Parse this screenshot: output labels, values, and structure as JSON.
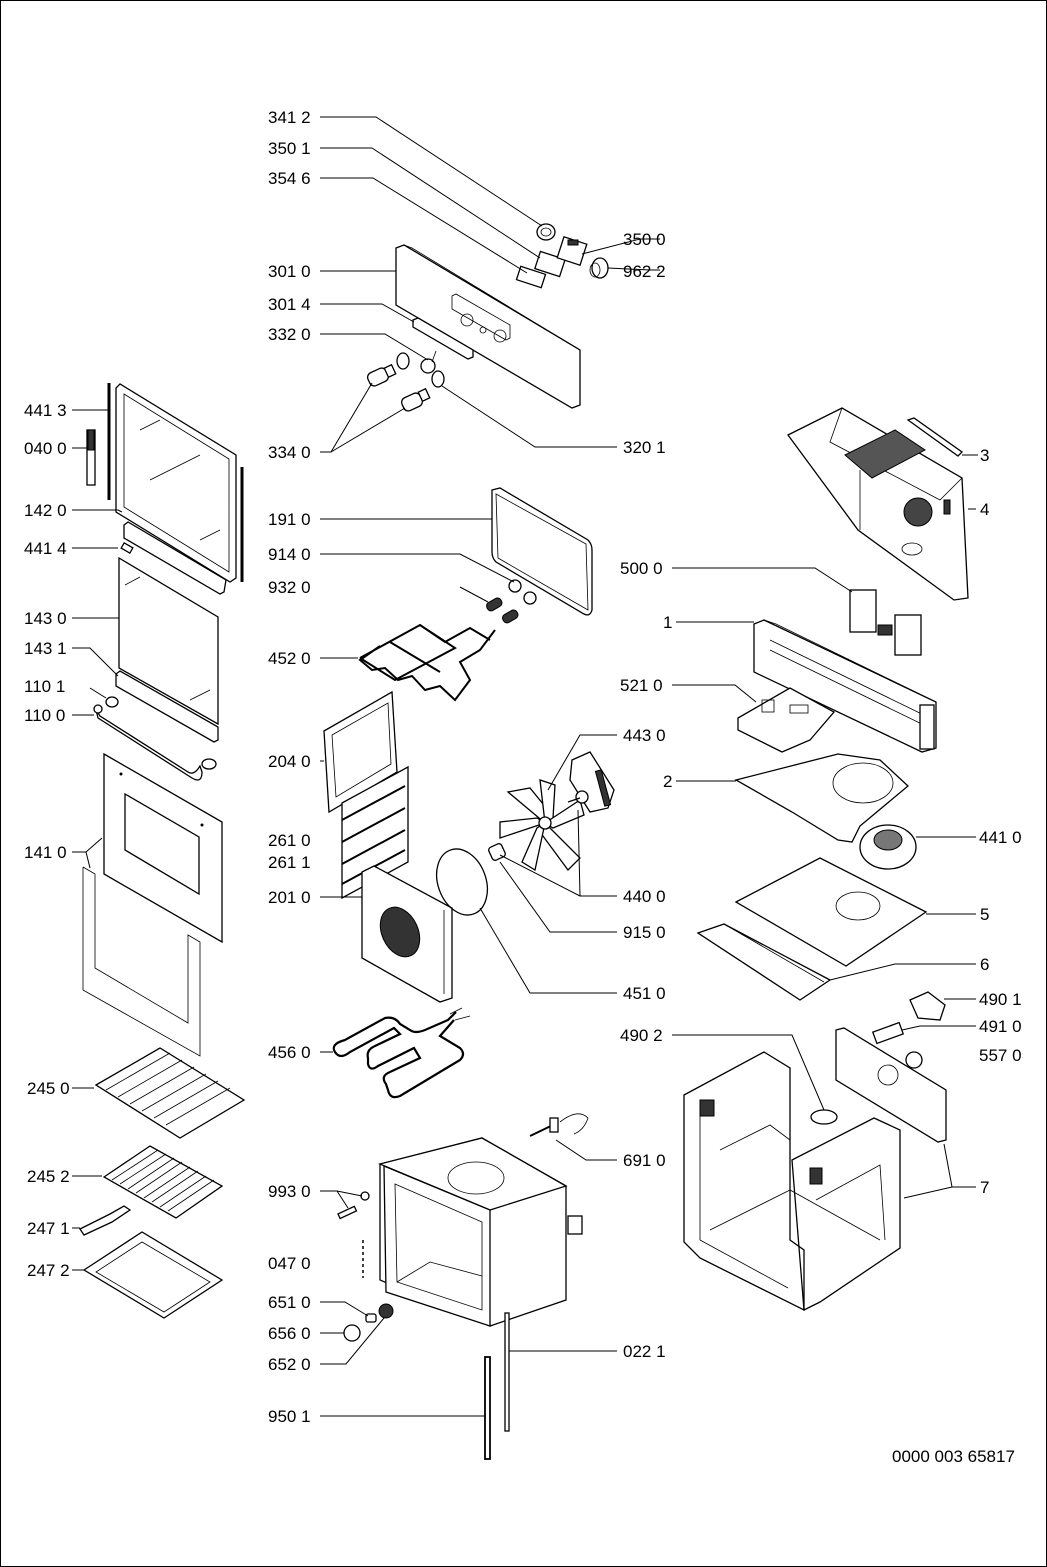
{
  "document": {
    "type": "exploded parts diagram",
    "drawing_number": "0000 003 65817"
  },
  "labels": {
    "l3412": "341 2",
    "l3501": "350 1",
    "l3546": "354 6",
    "l3500": "350 0",
    "l9622": "962 2",
    "l3010": "301 0",
    "l3014": "301 4",
    "l3320": "332 0",
    "l3340": "334 0",
    "l3201": "320 1",
    "l4413": "441 3",
    "l0400": "040 0",
    "l1420": "142 0",
    "l4414": "441 4",
    "l1430": "143 0",
    "l1431": "143 1",
    "l1101": "110 1",
    "l1100": "110 0",
    "l1410": "141 0",
    "l2450": "245 0",
    "l2452": "245 2",
    "l2471": "247 1",
    "l2472": "247 2",
    "l1910": "191 0",
    "l9140": "914 0",
    "l9320": "932 0",
    "l4520": "452 0",
    "l2040": "204 0",
    "l2610": "261 0",
    "l2611": "261 1",
    "l2010": "201 0",
    "l4560": "456 0",
    "l9930": "993 0",
    "l0470": "047 0",
    "l6510": "651 0",
    "l6560": "656 0",
    "l6520": "652 0",
    "l9501": "950 1",
    "l4430": "443 0",
    "l4400": "440 0",
    "l9150": "915 0",
    "l4510": "451 0",
    "l6910": "691 0",
    "l0221": "022 1",
    "l3": "3",
    "l4": "4",
    "l5000": "500 0",
    "l1": "1",
    "l5210": "521 0",
    "l2": "2",
    "l4410": "441 0",
    "l5": "5",
    "l6": "6",
    "l4901": "490 1",
    "l4910": "491 0",
    "l5570": "557 0",
    "l4902": "490 2",
    "l7": "7"
  }
}
